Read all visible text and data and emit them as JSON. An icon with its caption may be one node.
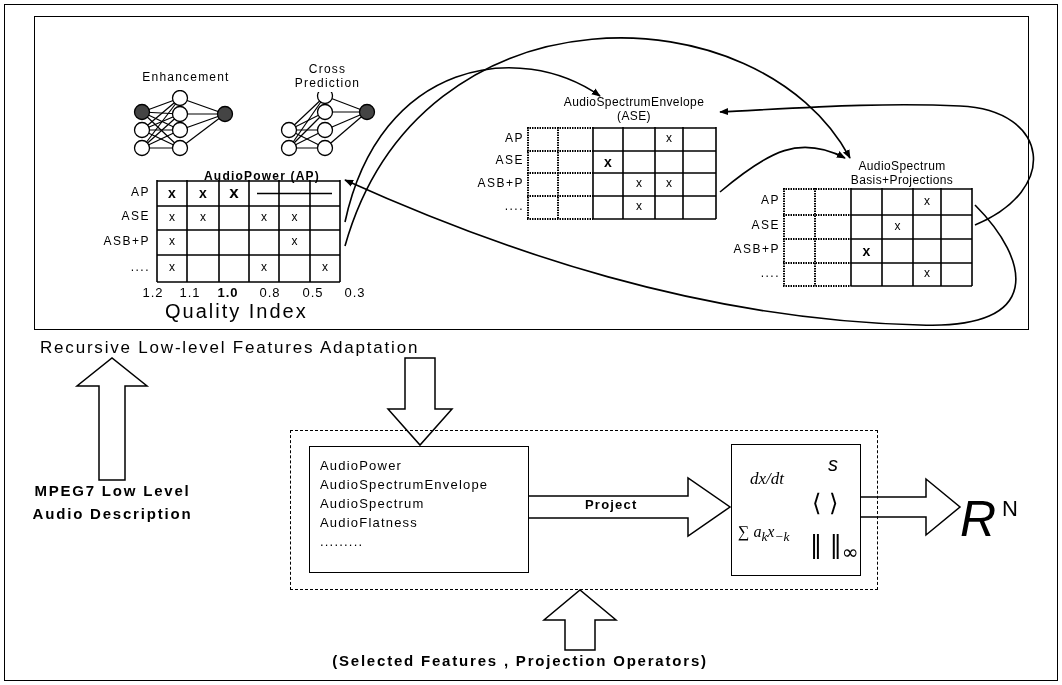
{
  "diagram": {
    "nodes": [
      {
        "text": [
          "Recursive Low-level Features Adaptation"
        ]
      },
      {
        "text": [
          "Enhancement"
        ],
        "in": 0
      },
      {
        "text": [
          "Cross Prediction"
        ],
        "in": 0
      },
      {
        "text": [
          "AudioSpectrumEnvelope (ASE)",
          "AP",
          "ASE",
          "ASB+P",
          "....",
          "x",
          "x",
          "x",
          "x",
          "x"
        ],
        "in": 0
      },
      {
        "text": [
          "AudioSpectrum Basis+Projections",
          "AP",
          "ASE",
          "ASB+P",
          "....",
          "x",
          "x",
          "x",
          "x"
        ],
        "in": 0
      },
      {
        "text": [
          "AudioPower (AP)",
          "AP",
          "ASE",
          "ASB+P",
          "....",
          "x",
          "x",
          "x",
          "x",
          "x",
          "x",
          "x",
          "x",
          "x",
          "x",
          "x",
          "x"
        ],
        "in": 0
      },
      {
        "text": [
          "MPEG7 Low Level Audio Description"
        ]
      },
      {
        "text": [],
        "shape": "box"
      },
      {
        "text": [
          "AudioPower",
          "AudioSpectrumEnvelope",
          "AudioSpectrum",
          "AudioFlatness",
          "........."
        ],
        "in": 7
      },
      {
        "text": [
          "dx/dt",
          "s",
          "⟨ ⟩",
          "∑ a$_{k}$x$_{−k}$",
          "‖ ‖$_{∞}$"
        ],
        "in": 7
      },
      {
        "text": [
          "R$^{N}$"
        ]
      },
      {
        "text": [
          "(Selected Features , Projection Operators)"
        ]
      }
    ],
    "edges": [
      {
        "from": 6,
        "to": 0,
        "arrow": "to",
        "style": "thick"
      },
      {
        "from": 0,
        "to": 8,
        "arrow": "to",
        "style": "thick"
      },
      {
        "from": 8,
        "to": 9,
        "arrow": "to",
        "style": "thick",
        "label": "Project"
      },
      {
        "from": 9,
        "to": 10,
        "arrow": "to",
        "style": "thick"
      },
      {
        "from": 11,
        "to": 7,
        "arrow": "to",
        "style": "thick"
      },
      {
        "from": 5,
        "to": 3,
        "arrow": "to"
      },
      {
        "from": 5,
        "to": 4,
        "arrow": "to"
      },
      {
        "from": 3,
        "to": 4,
        "arrow": "to"
      },
      {
        "from": 4,
        "to": 3,
        "arrow": "to"
      },
      {
        "from": 4,
        "to": 5,
        "arrow": "to"
      }
    ],
    "labels": [
      "1.2",
      "1.1",
      "1.0",
      "0.8",
      "0.5",
      "0.3",
      "Quality Index"
    ]
  }
}
